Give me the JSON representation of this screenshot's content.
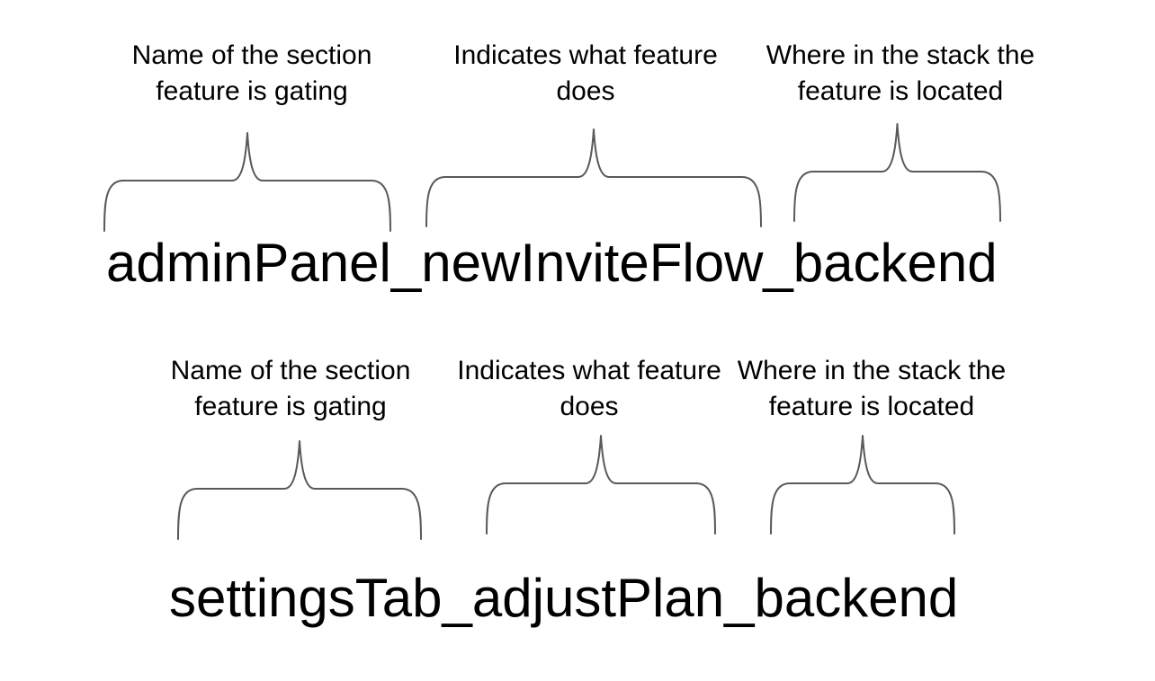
{
  "colors": {
    "background": "#ffffff",
    "text": "#000000",
    "brace": "#595959"
  },
  "examples": [
    {
      "flag_name": "adminPanel_newInviteFlow_backend",
      "annotations": [
        {
          "line1": "Name of the section",
          "line2": "feature is gating"
        },
        {
          "line1": "Indicates what feature",
          "line2": "does"
        },
        {
          "line1": "Where in the stack the",
          "line2": "feature is located"
        }
      ]
    },
    {
      "flag_name": "settingsTab_adjustPlan_backend",
      "annotations": [
        {
          "line1": "Name of the section",
          "line2": "feature is gating"
        },
        {
          "line1": "Indicates what feature",
          "line2": "does"
        },
        {
          "line1": "Where in the stack the",
          "line2": "feature is located"
        }
      ]
    }
  ]
}
